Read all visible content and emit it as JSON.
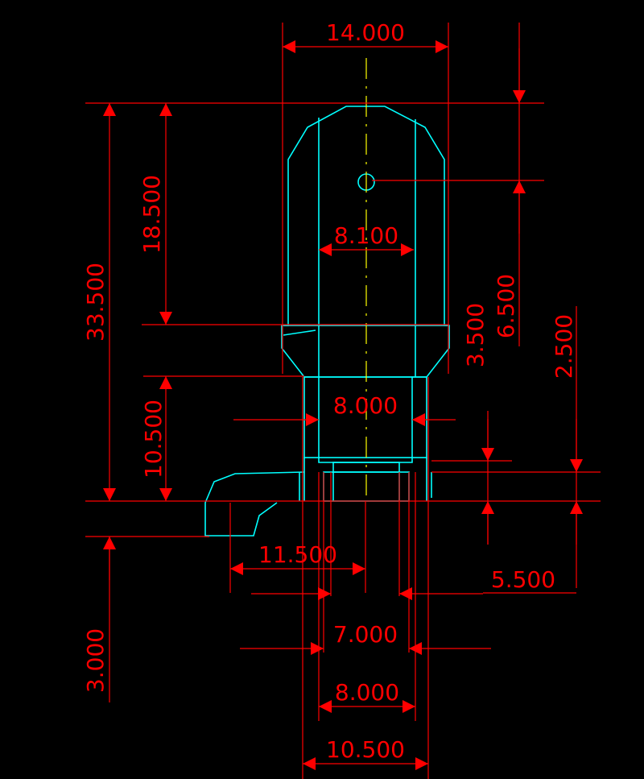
{
  "drawing": {
    "colors": {
      "background": "#000000",
      "dimension": "#ff0000",
      "outline": "#00ffff",
      "centerline": "#ffff00"
    },
    "dimensions": {
      "d_14_000": "14.000",
      "d_18_500": "18.500",
      "d_33_500": "33.500",
      "d_8_100": "8.100",
      "d_6_500": "6.500",
      "d_3_500": "3.500",
      "d_2_500": "2.500",
      "d_10_500_v": "10.500",
      "d_8_000_top": "8.000",
      "d_11_500": "11.500",
      "d_5_500": "5.500",
      "d_7_000": "7.000",
      "d_3_000": "3.000",
      "d_8_000_bottom": "8.000",
      "d_10_500_h": "10.500"
    }
  }
}
